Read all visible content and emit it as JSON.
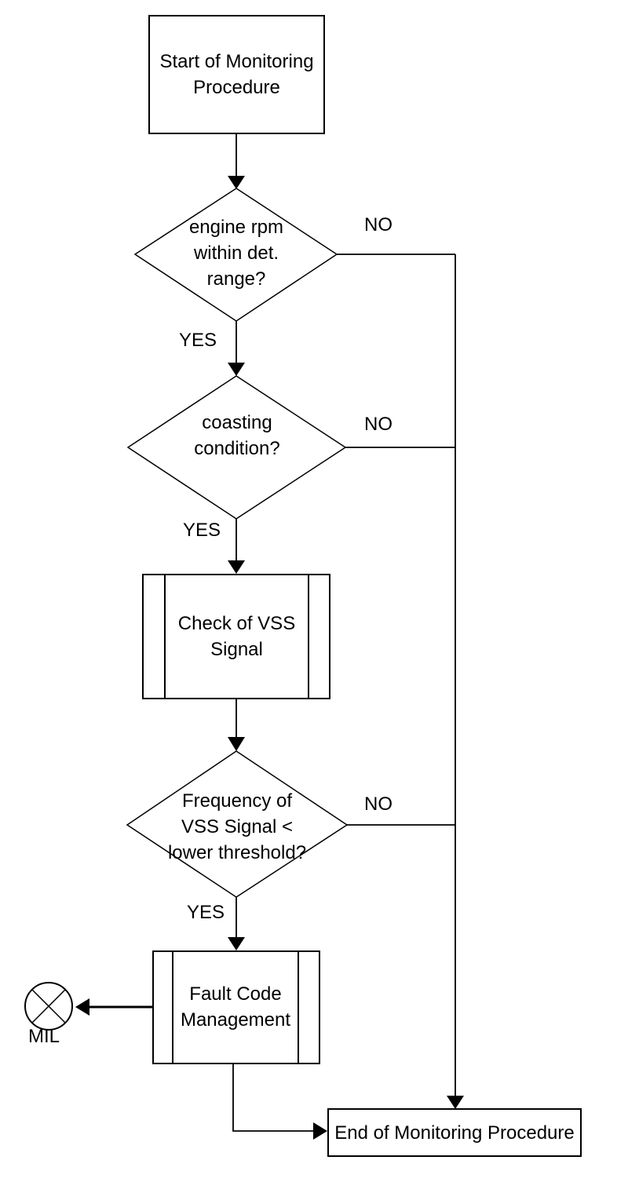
{
  "colors": {
    "line": "#000000",
    "background": "#ffffff"
  },
  "nodes": {
    "start": {
      "type": "process",
      "lines": [
        "Start of Monitoring",
        "Procedure"
      ]
    },
    "rpm_decision": {
      "type": "decision",
      "lines": [
        "engine rpm",
        "within det.",
        "range?"
      ],
      "yes": "YES",
      "no": "NO"
    },
    "coasting_decision": {
      "type": "decision",
      "lines": [
        "coasting",
        "condition?"
      ],
      "yes": "YES",
      "no": "NO"
    },
    "check_vss": {
      "type": "predefined-process",
      "lines": [
        "Check of VSS",
        "Signal"
      ]
    },
    "frequency_decision": {
      "type": "decision",
      "lines": [
        "Frequency of",
        "VSS Signal <",
        "lower threshold?"
      ],
      "yes": "YES",
      "no": "NO"
    },
    "fault_code": {
      "type": "predefined-process",
      "lines": [
        "Fault Code",
        "Management"
      ]
    },
    "mil": {
      "type": "lamp-indicator",
      "label": "MIL"
    },
    "end": {
      "type": "process",
      "label": "End of Monitoring Procedure"
    }
  }
}
